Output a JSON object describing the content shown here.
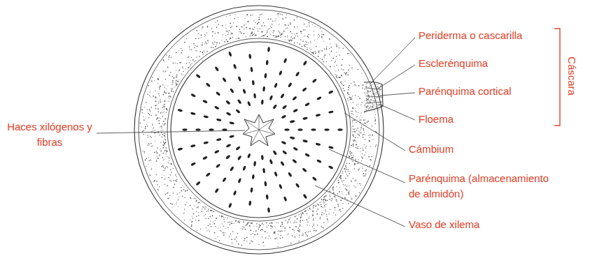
{
  "diagram": {
    "labels": [
      "Periderma o cascarilla",
      "Esclerénquima",
      "Parénquima cortical",
      "Floema",
      "Cáscara",
      "Haces xilógenos y fibras",
      "Cámbium",
      "Parénquima (almacenamiento de almidón)",
      "Vaso de xilema"
    ]
  }
}
